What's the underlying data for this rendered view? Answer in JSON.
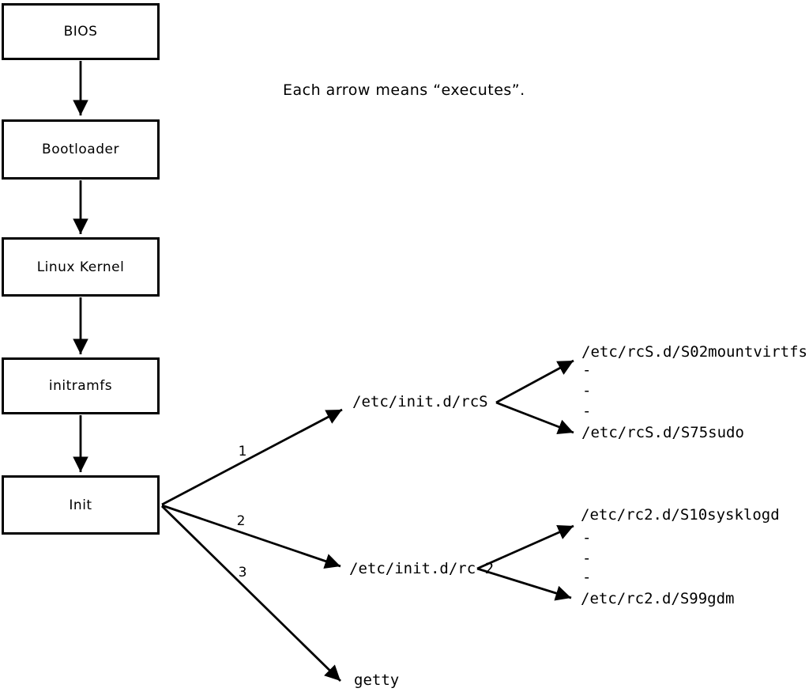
{
  "note": "Each arrow means “executes”.",
  "colors": {
    "ink": "#000000",
    "background": "#ffffff"
  },
  "chain": [
    {
      "label": "BIOS"
    },
    {
      "label": "Bootloader"
    },
    {
      "label": "Linux Kernel"
    },
    {
      "label": "initramfs"
    },
    {
      "label": "Init"
    }
  ],
  "branches": [
    {
      "number": "1",
      "target": "/etc/init.d/rcS",
      "scripts_first": "/etc/rcS.d/S02mountvirtfs",
      "dashes": [
        "-",
        "-",
        "-"
      ],
      "scripts_last": "/etc/rcS.d/S75sudo"
    },
    {
      "number": "2",
      "target": "/etc/init.d/rc 2",
      "scripts_first": "/etc/rc2.d/S10sysklogd",
      "dashes": [
        "-",
        "-",
        "-"
      ],
      "scripts_last": "/etc/rc2.d/S99gdm"
    },
    {
      "number": "3",
      "target": "getty"
    }
  ]
}
